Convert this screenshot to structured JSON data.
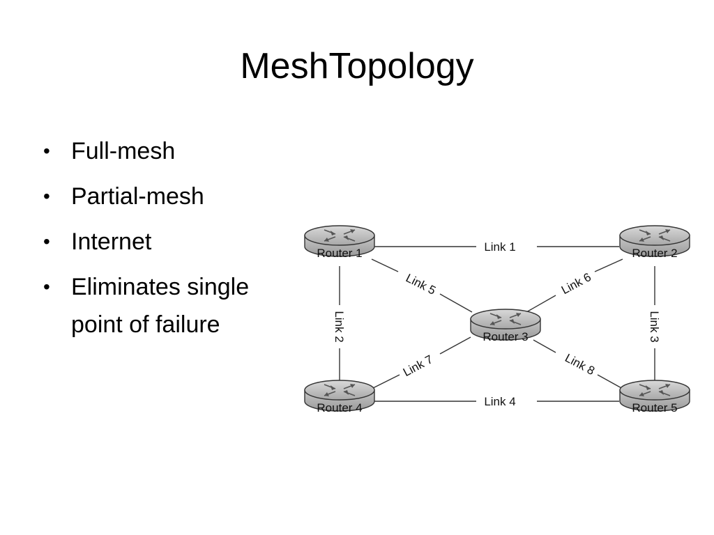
{
  "slide": {
    "title": "MeshTopology",
    "bullets": [
      "Full-mesh",
      "Partial-mesh",
      "Internet",
      "Eliminates single point of failure"
    ]
  },
  "diagram": {
    "routers": [
      "Router 1",
      "Router 2",
      "Router 3",
      "Router 4",
      "Router 5"
    ],
    "links": [
      "Link 1",
      "Link 2",
      "Link 3",
      "Link 4",
      "Link 5",
      "Link 6",
      "Link 7",
      "Link 8"
    ],
    "icon": "router-icon"
  }
}
